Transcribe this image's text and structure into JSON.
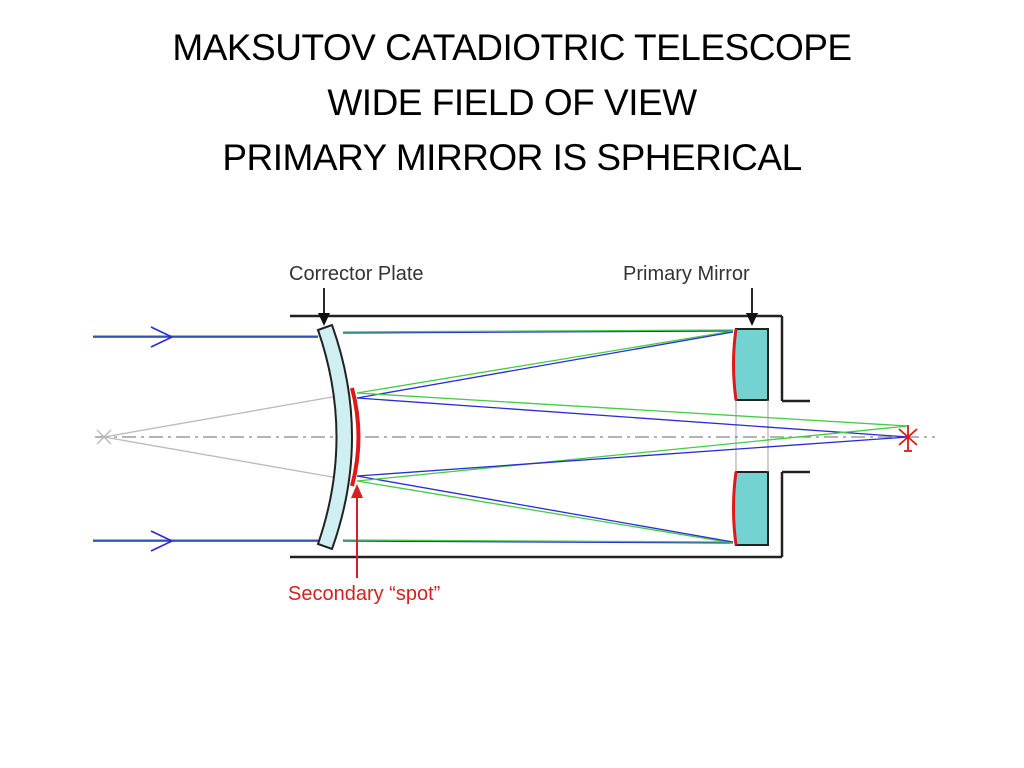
{
  "title": {
    "line1": "MAKSUTOV CATADIOTRIC TELESCOPE",
    "line2": "WIDE FIELD OF VIEW",
    "line3": "PRIMARY MIRROR IS SPHERICAL"
  },
  "labels": {
    "corrector_plate": "Corrector Plate",
    "primary_mirror": "Primary Mirror",
    "secondary_spot": "Secondary “spot”"
  },
  "colors": {
    "ray_blue": "#2b2bd6",
    "ray_green": "#44cc44",
    "ray_gray": "#bbbbbb",
    "glass_fill": "#cfeff3",
    "mirror_fill": "#74d2d2",
    "mirror_coating": "#e01818",
    "label_red": "#d42020"
  }
}
